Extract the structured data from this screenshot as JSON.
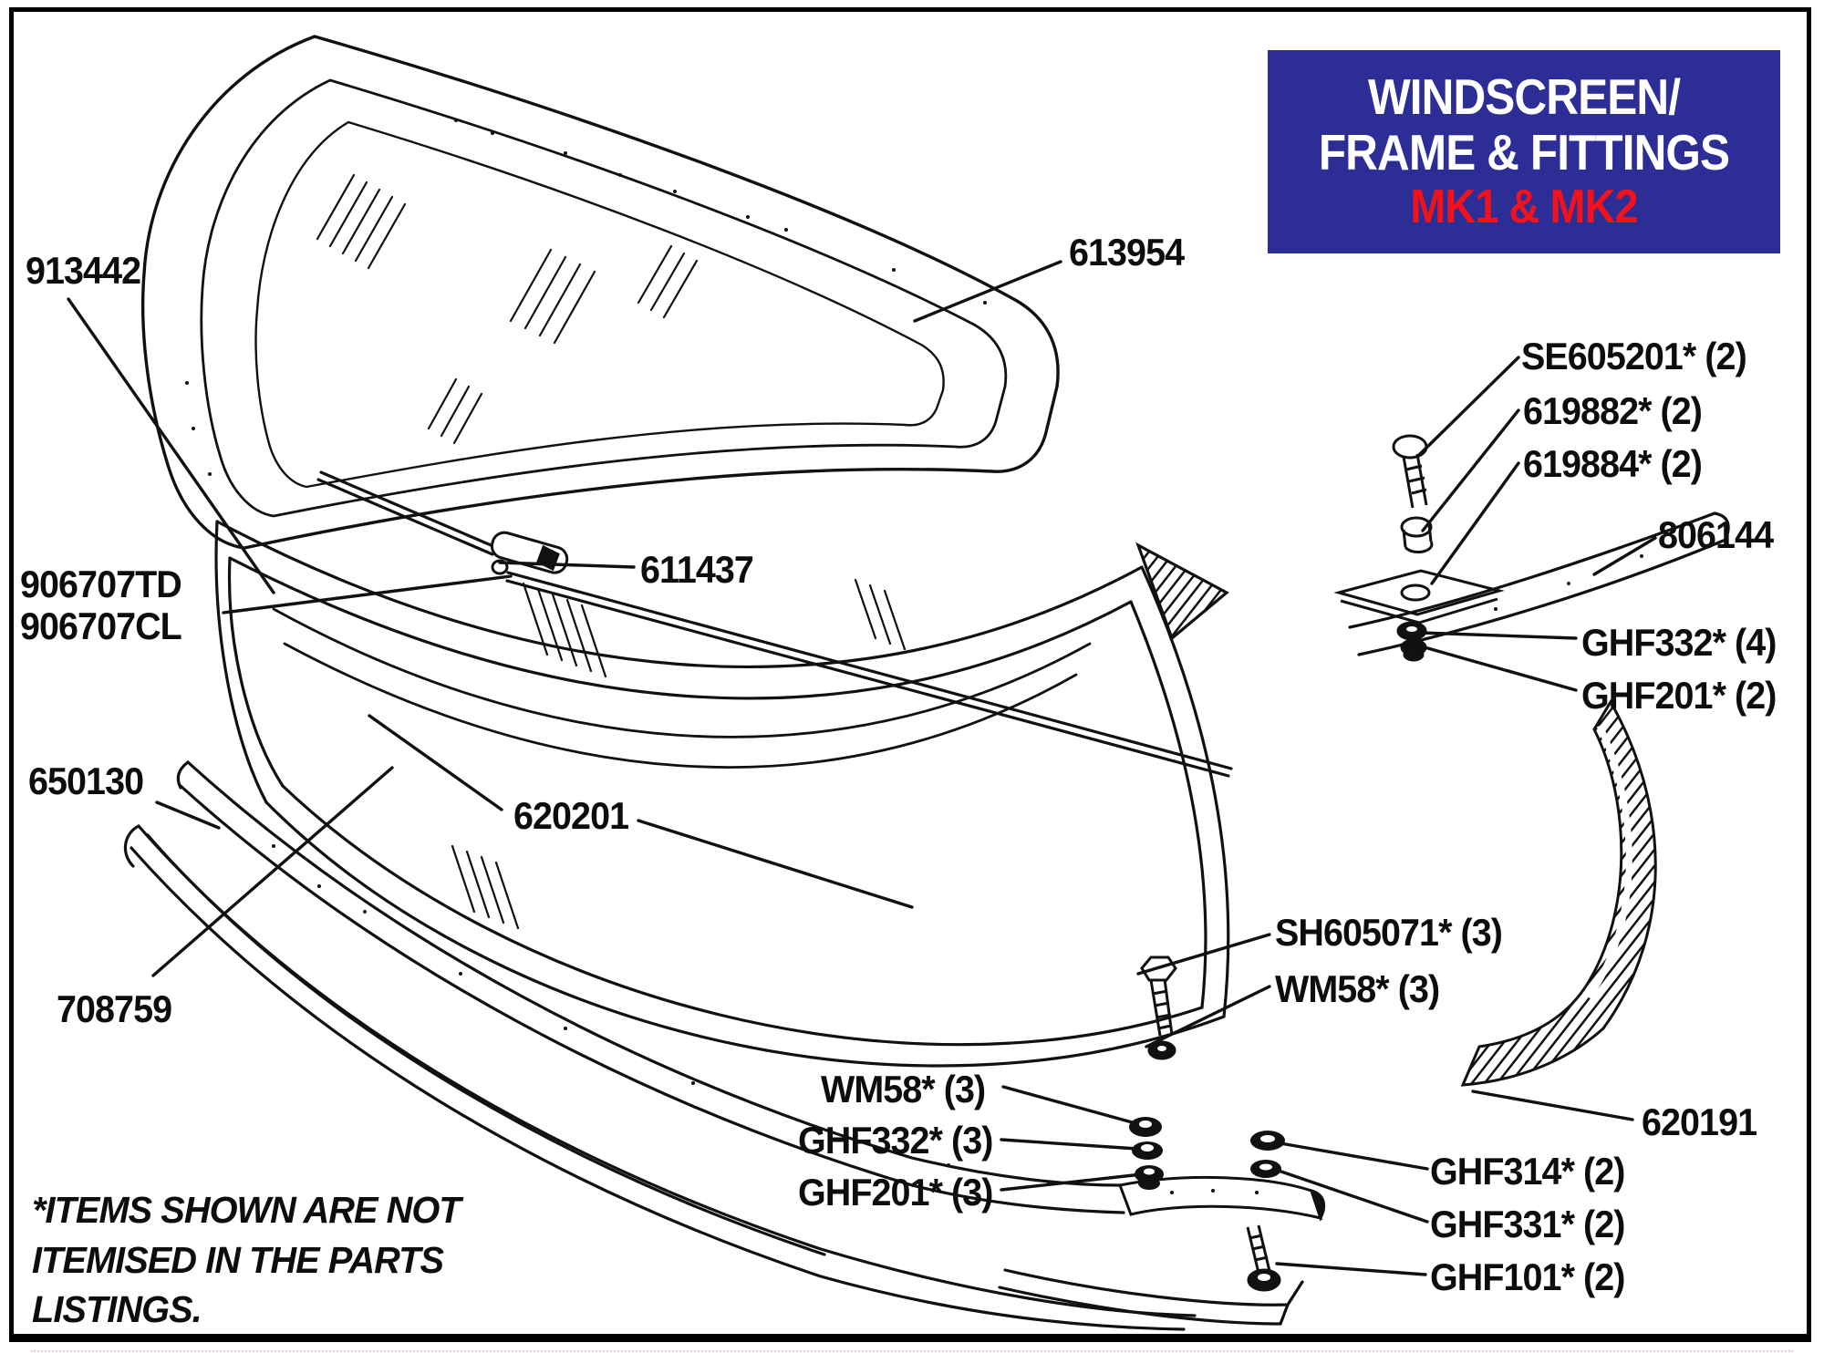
{
  "page": {
    "background": "#ffffff",
    "ink": "#111111"
  },
  "title_box": {
    "line1": "WINDSCREEN/",
    "line2": "FRAME & FITTINGS",
    "line3": "MK1 & MK2",
    "bg": "#2d2d96",
    "fg": "#ffffff",
    "accent": "#f2121c"
  },
  "footnote": {
    "line1": "*ITEMS SHOWN ARE NOT",
    "line2": "ITEMISED IN THE PARTS",
    "line3": "LISTINGS."
  },
  "labels": {
    "p913442": "913442",
    "p613954": "613954",
    "pSE605201": "SE605201* (2)",
    "p619882": "619882* (2)",
    "p619884": "619884* (2)",
    "p806144": "806144",
    "pGHF332_4": "GHF332* (4)",
    "pGHF201_2": "GHF201* (2)",
    "p906707TD": "906707TD",
    "p906707CL": "906707CL",
    "p611437": "611437",
    "p650130": "650130",
    "p620201": "620201",
    "p708759": "708759",
    "pSH605071": "SH605071* (3)",
    "pWM58_3a": "WM58* (3)",
    "pWM58_3b": "WM58* (3)",
    "pGHF332_3": "GHF332* (3)",
    "pGHF201_3": "GHF201* (3)",
    "p620191": "620191",
    "pGHF314": "GHF314* (2)",
    "pGHF331": "GHF331* (2)",
    "pGHF101": "GHF101* (2)"
  },
  "parts_list": [
    {
      "number": "913442"
    },
    {
      "number": "613954"
    },
    {
      "number": "SE605201*",
      "qty": 2
    },
    {
      "number": "619882*",
      "qty": 2
    },
    {
      "number": "619884*",
      "qty": 2
    },
    {
      "number": "806144"
    },
    {
      "number": "GHF332*",
      "qty": 4
    },
    {
      "number": "GHF201*",
      "qty": 2
    },
    {
      "number": "906707TD"
    },
    {
      "number": "906707CL"
    },
    {
      "number": "611437"
    },
    {
      "number": "650130"
    },
    {
      "number": "620201"
    },
    {
      "number": "708759"
    },
    {
      "number": "SH605071*",
      "qty": 3
    },
    {
      "number": "WM58*",
      "qty": 3
    },
    {
      "number": "WM58*",
      "qty": 3
    },
    {
      "number": "GHF332*",
      "qty": 3
    },
    {
      "number": "GHF201*",
      "qty": 3
    },
    {
      "number": "620191"
    },
    {
      "number": "GHF314*",
      "qty": 2
    },
    {
      "number": "GHF331*",
      "qty": 2
    },
    {
      "number": "GHF101*",
      "qty": 2
    }
  ]
}
